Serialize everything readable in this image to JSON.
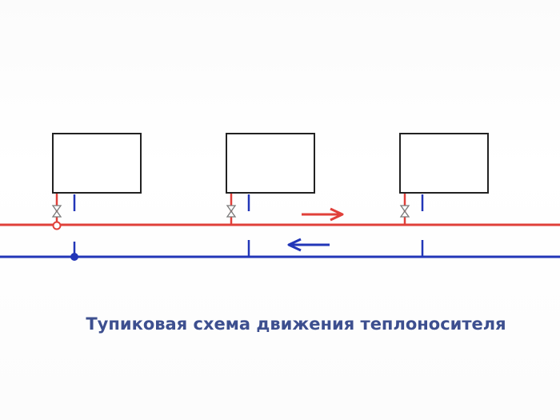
{
  "caption": "Тупиковая схема движения теплоносителя",
  "colors": {
    "supply": "#e0403a",
    "return": "#2236b8",
    "radiator": "#222222",
    "caption": "#3d4f8f"
  },
  "radiators": [
    {
      "id": "radiator-1"
    },
    {
      "id": "radiator-2"
    },
    {
      "id": "radiator-3"
    }
  ],
  "flow": {
    "supply_direction": "right",
    "return_direction": "left"
  },
  "icons": [
    "valve-icon",
    "flow-arrow-right-icon",
    "flow-arrow-left-icon",
    "junction-dot-icon"
  ]
}
